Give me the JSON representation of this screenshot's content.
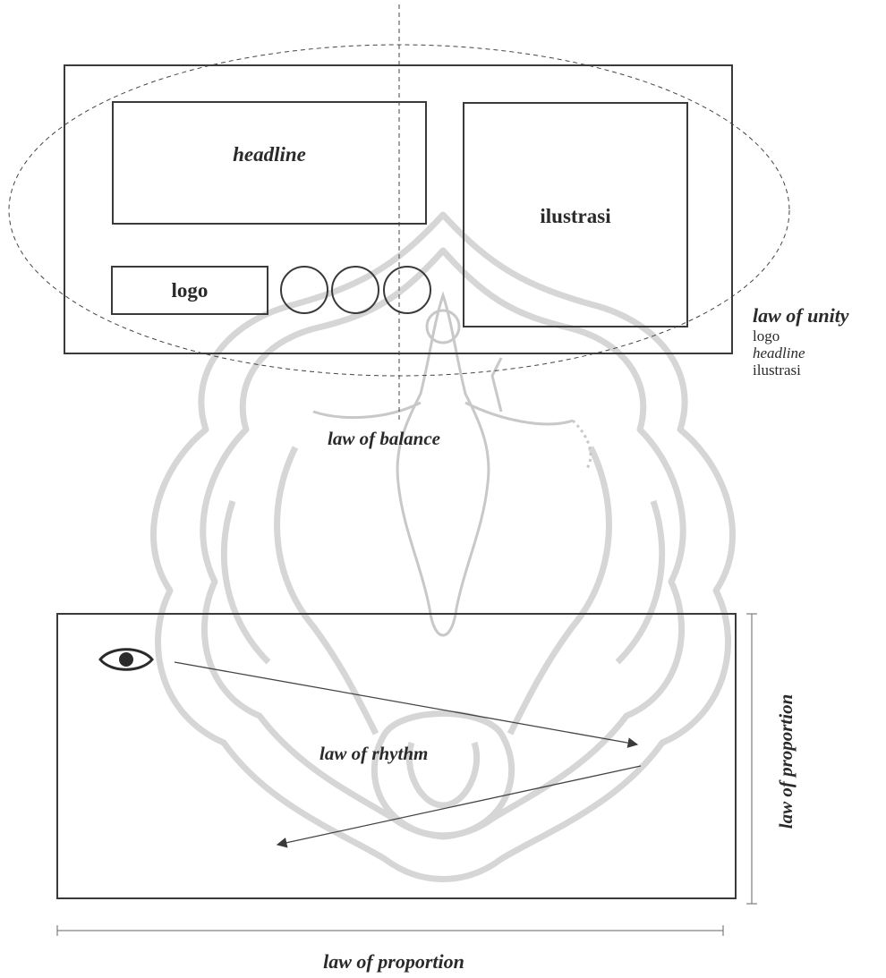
{
  "layout_a": {
    "headline_label": "headline",
    "illustration_label": "ilustrasi",
    "logo_label": "logo",
    "balance_label": "law of balance"
  },
  "unity": {
    "title": "law of unity",
    "items": [
      "logo",
      "headline",
      "ilustrasi"
    ]
  },
  "layout_b": {
    "rhythm_label": "law of rhythm",
    "proportion_vertical_label": "law of proportion",
    "proportion_horizontal_label": "law of proportion"
  },
  "icons": {
    "eye": "eye-icon",
    "watermark": "university-emblem-watermark"
  },
  "colors": {
    "line": "#3a3a3a",
    "watermark": "#d9d9d9",
    "text": "#2a2a2a"
  }
}
